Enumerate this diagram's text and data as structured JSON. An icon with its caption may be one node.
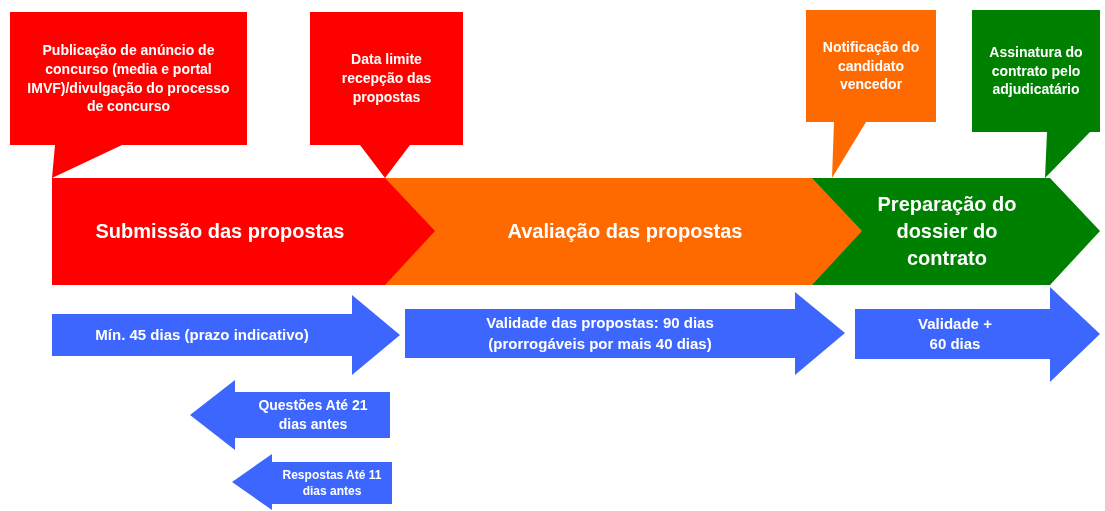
{
  "diagram": {
    "nodes": [
      {
        "text": [
          "Publicação de anúncio de concurso (media e portal IMVF)/divulgação do processo de concurso"
        ]
      },
      {
        "text": [
          "Data limite recepção das propostas"
        ]
      },
      {
        "text": [
          "Notificação do candidato vencedor"
        ]
      },
      {
        "text": [
          "Assinatura do contrato pelo adjudicatário"
        ]
      },
      {
        "text": [
          "Submissão das propostas"
        ]
      },
      {
        "text": [
          "Avaliação das propostas"
        ]
      },
      {
        "text": [
          "Preparação do dossier do contrato"
        ]
      },
      {
        "text": [
          "Mín. 45 dias (prazo indicativo)"
        ]
      },
      {
        "text": [
          "Validade das propostas: 90 dias (prorrogáveis por mais 40 dias)"
        ]
      },
      {
        "text": [
          "Validade + 60 dias"
        ]
      },
      {
        "text": [
          "Questões Até 21 dias antes"
        ]
      },
      {
        "text": [
          "Respostas Até 11 dias antes"
        ]
      }
    ]
  }
}
